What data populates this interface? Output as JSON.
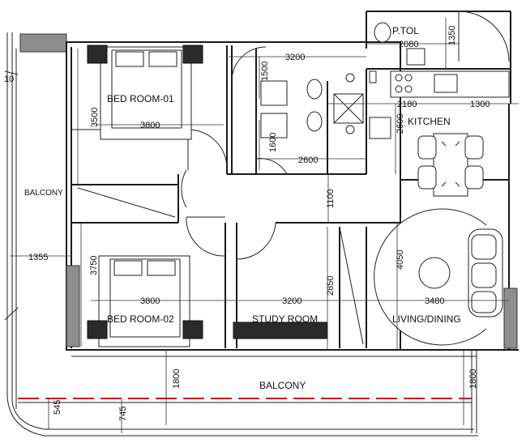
{
  "rooms": {
    "bed1": "BED ROOM-01",
    "bed2": "BED ROOM-02",
    "study": "STUDY ROOM",
    "living": "LIVING/DINING",
    "kitchen": "KITCHEN",
    "ptoil": "P.TOL",
    "balcony_left": "BALCONY",
    "balcony_bottom": "BALCONY"
  },
  "grid_mark": "10",
  "dims": {
    "d2080": "2080",
    "d1350": "1350",
    "d3200_top": "3200",
    "d1500": "1500",
    "d2180": "2180",
    "d1300": "1300",
    "d3500": "3500",
    "d3800_top": "3800",
    "d1600": "1600",
    "d2600_h": "2600",
    "d2600_v": "2600",
    "d1100": "1100",
    "d1355": "1355",
    "d3750": "3750",
    "d4050": "4050",
    "d2850": "2850",
    "d3800_bot": "3800",
    "d3200_bot": "3200",
    "d3480": "3480",
    "d1800_left": "1800",
    "d1800_right": "1800",
    "d545": "545",
    "d745": "745"
  }
}
